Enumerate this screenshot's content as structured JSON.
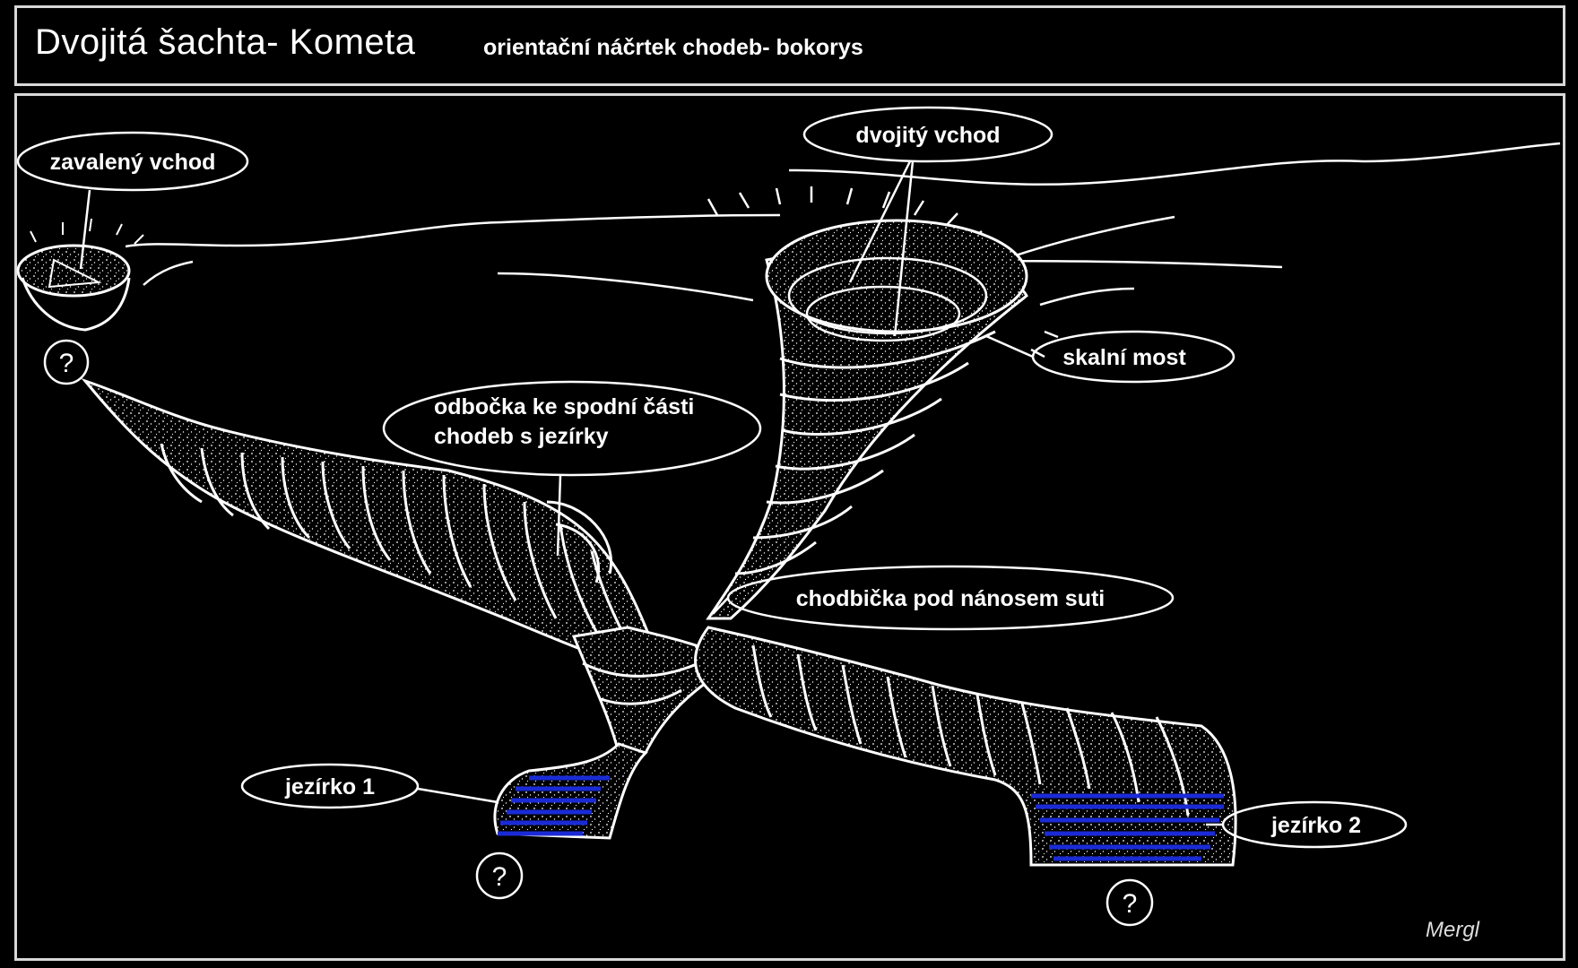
{
  "header": {
    "title": "Dvojitá šachta- Kometa",
    "subtitle": "orientační náčrtek chodeb- bokorys"
  },
  "labels": {
    "collapsed_entrance": "zavalený vchod",
    "double_entrance": "dvojitý vchod",
    "rock_bridge": "skalní most",
    "branch_line1": "odbočka ke spodní části",
    "branch_line2": "chodeb s jezírky",
    "passage": "chodbička pod nánosem suti",
    "lake1": "jezírko 1",
    "lake2": "jezírko 2",
    "unknown": "?"
  },
  "author": "Mergl",
  "colors": {
    "background": "#000000",
    "lines": "#ffffff",
    "water": "#1a2bd6",
    "frame": "#d8d8d8"
  }
}
